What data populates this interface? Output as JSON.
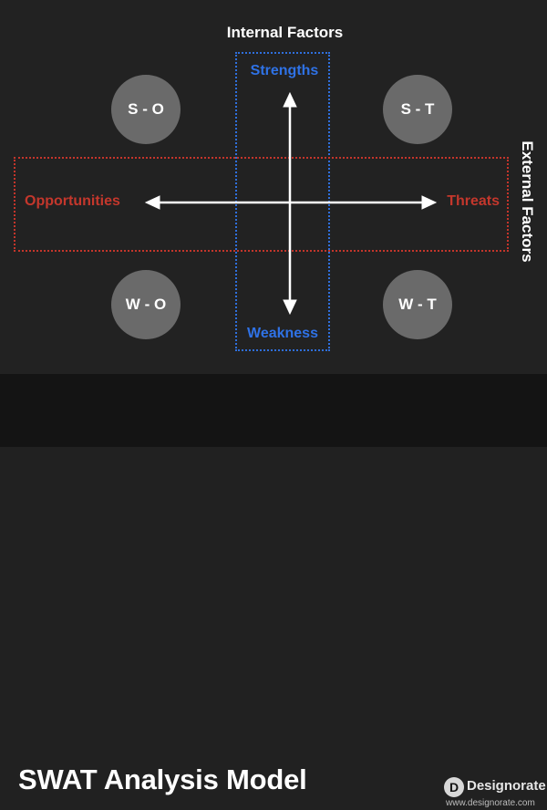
{
  "diagram": {
    "internal_factors_label": "Internal Factors",
    "external_factors_label": "External Factors",
    "strengths": "Strengths",
    "weakness": "Weakness",
    "opportunities": "Opportunities",
    "threats": "Threats",
    "quadrants": {
      "so": "S - O",
      "st": "S - T",
      "wo": "W - O",
      "wt": "W - T"
    },
    "colors": {
      "internal_box": "#2f6fdc",
      "external_box": "#c4352b",
      "circle_fill": "#6a6a6a",
      "background": "#222222"
    }
  },
  "footer": {
    "title": "SWAT Analysis Model",
    "logo_text": "Designorate",
    "logo_mark": "D",
    "logo_url": "www.designorate.com"
  }
}
